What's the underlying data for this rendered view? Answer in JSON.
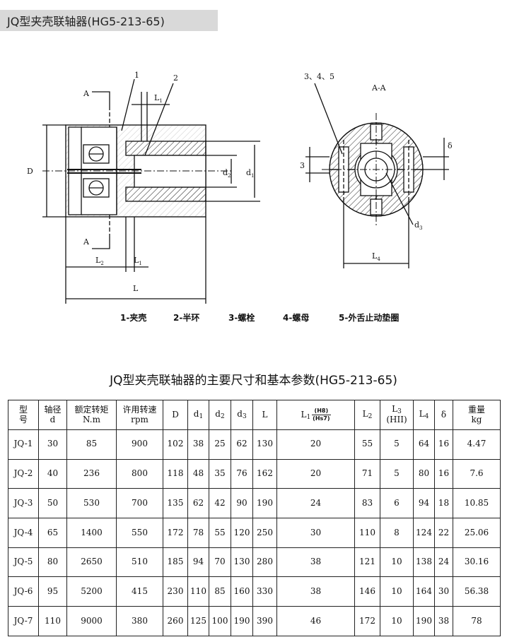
{
  "header": {
    "title": "JQ型夹壳联轴器(HG5-213-65)"
  },
  "drawing": {
    "left_view": {
      "section_marks": [
        "A",
        "A"
      ],
      "part_callouts": [
        "1",
        "2"
      ],
      "dim_labels": {
        "D": "D",
        "L1": "L",
        "L1_sub": "1",
        "d2": "d",
        "d2_sub": "2",
        "d1": "d",
        "d1_sub": "1",
        "L2": "L",
        "L2_sub": "2",
        "L": "L"
      }
    },
    "right_view": {
      "section_title": "A-A",
      "part_callout": "3、4、5",
      "dim_labels": {
        "three": "3",
        "delta": "δ",
        "d3": "d",
        "d3_sub": "3",
        "L4": "L",
        "L4_sub": "4"
      }
    }
  },
  "legend": [
    "1-夹壳",
    "2-半环",
    "3-螺栓",
    "4-螺母",
    "5-外舌止动垫圈"
  ],
  "table": {
    "title": "JQ型夹壳联轴器的主要尺寸和基本参数(HG5-213-65)",
    "headers": {
      "model": [
        "型",
        "号"
      ],
      "shaft": [
        "轴径",
        "d"
      ],
      "torque": [
        "额定转矩",
        "N.m"
      ],
      "speed": [
        "许用转速",
        "rpm"
      ],
      "D": "D",
      "d1": [
        "d",
        "1"
      ],
      "d2": [
        "d",
        "2"
      ],
      "d3": [
        "d",
        "3"
      ],
      "L": "L",
      "L1": [
        "L",
        "1"
      ],
      "L1_frac": [
        "(H8)",
        "(Hs7)"
      ],
      "L2": [
        "L",
        "2"
      ],
      "L3": [
        "L",
        "3",
        "(HII)"
      ],
      "L4": [
        "L",
        "4"
      ],
      "delta": "δ",
      "weight": [
        "重量",
        "kg"
      ]
    },
    "rows": [
      [
        "JQ-1",
        "30",
        "85",
        "900",
        "102",
        "38",
        "25",
        "62",
        "130",
        "20",
        "55",
        "5",
        "64",
        "16",
        "4.47"
      ],
      [
        "JQ-2",
        "40",
        "236",
        "800",
        "118",
        "48",
        "35",
        "76",
        "162",
        "20",
        "71",
        "5",
        "80",
        "16",
        "7.6"
      ],
      [
        "JQ-3",
        "50",
        "530",
        "700",
        "135",
        "62",
        "42",
        "90",
        "190",
        "24",
        "83",
        "6",
        "94",
        "18",
        "10.85"
      ],
      [
        "JQ-4",
        "65",
        "1400",
        "550",
        "172",
        "78",
        "55",
        "120",
        "250",
        "30",
        "110",
        "8",
        "124",
        "22",
        "25.06"
      ],
      [
        "JQ-5",
        "80",
        "2650",
        "510",
        "185",
        "94",
        "70",
        "130",
        "280",
        "38",
        "121",
        "10",
        "138",
        "24",
        "30.16"
      ],
      [
        "JQ-6",
        "95",
        "5200",
        "415",
        "230",
        "110",
        "85",
        "160",
        "330",
        "38",
        "146",
        "10",
        "164",
        "30",
        "56.38"
      ],
      [
        "JQ-7",
        "110",
        "9000",
        "380",
        "260",
        "125",
        "100",
        "190",
        "390",
        "46",
        "172",
        "10",
        "190",
        "38",
        "78"
      ]
    ]
  }
}
